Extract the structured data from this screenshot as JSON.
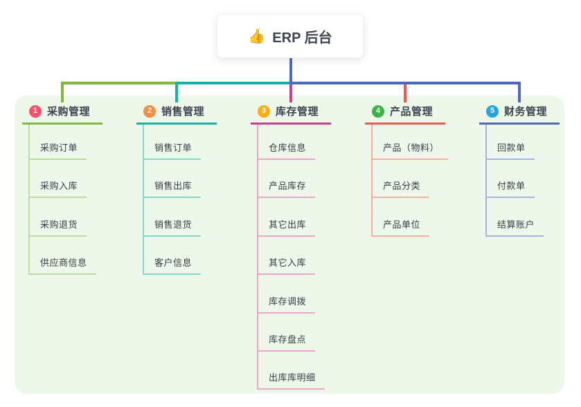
{
  "root": {
    "icon": "👍",
    "label": "ERP 后台"
  },
  "colors": {
    "panel_background": "#edf8ea",
    "root_connector": "#4c68c4"
  },
  "branches": [
    {
      "index": "1",
      "title": "采购管理",
      "line_color": "#7fb940",
      "light_line_color": "#bcdb9d",
      "badge_color": "#f4526a",
      "children": [
        "采购订单",
        "采购入库",
        "采购退货",
        "供应商信息"
      ]
    },
    {
      "index": "2",
      "title": "销售管理",
      "line_color": "#13b3a8",
      "light_line_color": "#8ad6cf",
      "badge_color": "#fa8b44",
      "children": [
        "销售订单",
        "销售出库",
        "销售退货",
        "客户信息"
      ]
    },
    {
      "index": "3",
      "title": "库存管理",
      "line_color": "#d23a90",
      "light_line_color": "#eda6cb",
      "badge_color": "#fbae17",
      "children": [
        "仓库信息",
        "产品库存",
        "其它出库",
        "其它入库",
        "库存调拨",
        "库存盘点",
        "出库库明细"
      ]
    },
    {
      "index": "4",
      "title": "产品管理",
      "line_color": "#f4564f",
      "light_line_color": "#f8aca4",
      "badge_color": "#3bb54a",
      "children": [
        "产品（物料）",
        "产品分类",
        "产品单位"
      ]
    },
    {
      "index": "5",
      "title": "财务管理",
      "line_color": "#4c68c4",
      "light_line_color": "#a6b3dc",
      "badge_color": "#29a4dc",
      "children": [
        "回款单",
        "付款单",
        "结算账户"
      ]
    }
  ]
}
